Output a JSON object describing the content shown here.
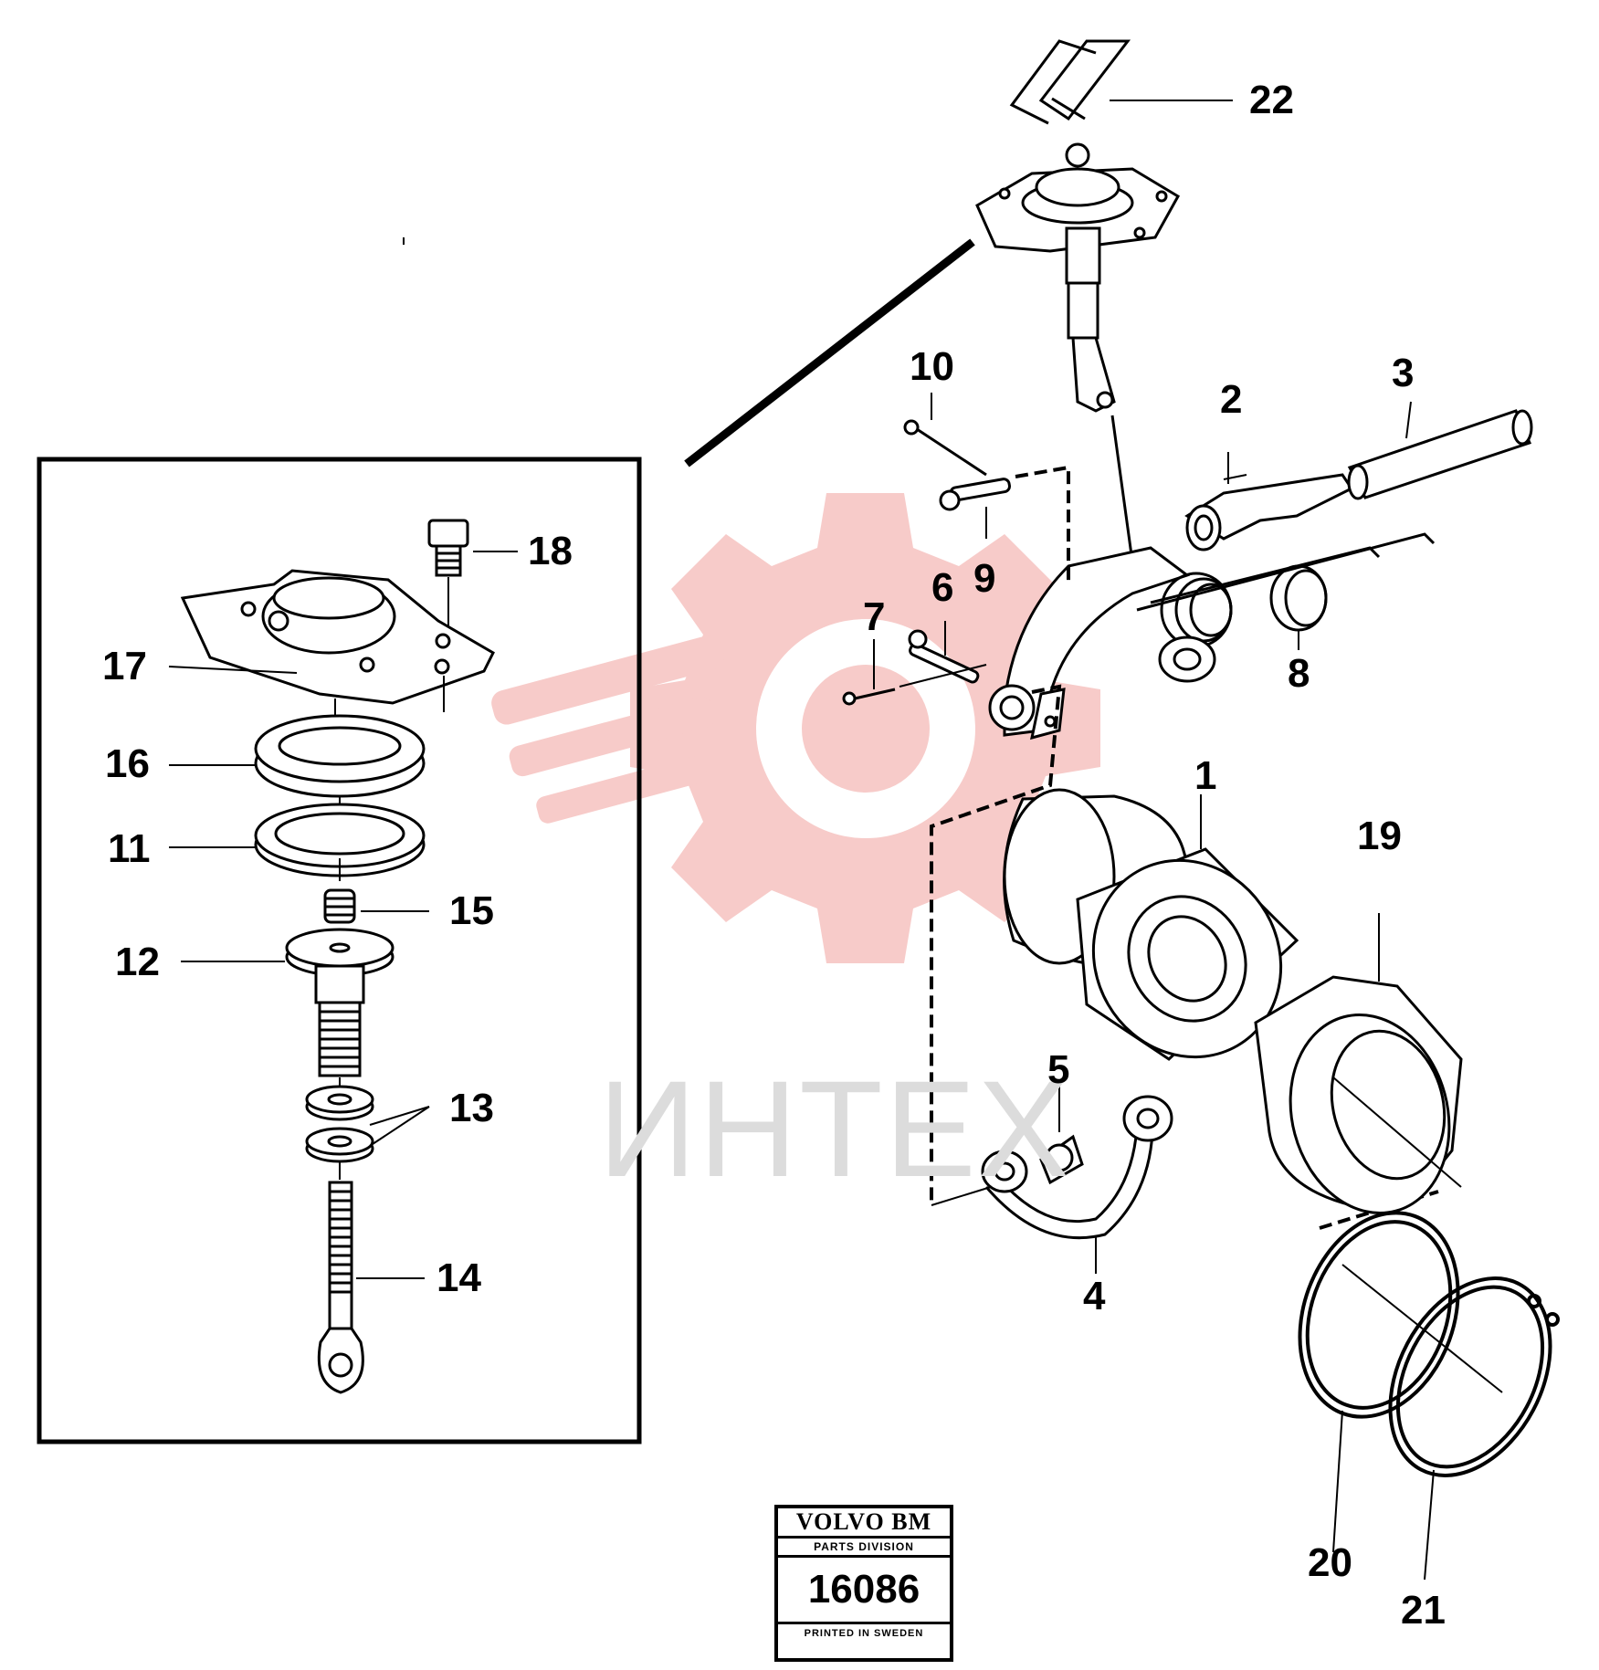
{
  "watermark": {
    "text": "ИНТЕХ",
    "color": "#e8453c"
  },
  "stamp": {
    "brand": "VOLVO BM",
    "division": "PARTS DIVISION",
    "code": "16086",
    "printed": "PRINTED IN SWEDEN"
  },
  "callouts": {
    "c1": "1",
    "c2": "2",
    "c3": "3",
    "c4": "4",
    "c5": "5",
    "c6": "6",
    "c7": "7",
    "c8": "8",
    "c9": "9",
    "c10": "10",
    "c11": "11",
    "c12": "12",
    "c13": "13",
    "c14": "14",
    "c15": "15",
    "c16": "16",
    "c17": "17",
    "c18": "18",
    "c19": "19",
    "c20": "20",
    "c21": "21",
    "c22": "22"
  }
}
